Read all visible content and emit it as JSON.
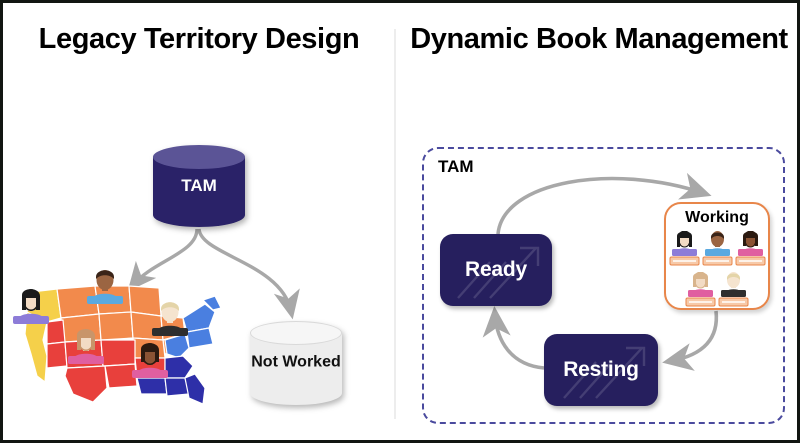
{
  "slide": {
    "border_color": "#111611",
    "background": "#ffffff",
    "divider_color": "#ededed"
  },
  "panels": {
    "left": {
      "title": "Legacy Territory Design",
      "source_node": {
        "label": "TAM",
        "shape": "cylinder",
        "fill": "#2a2268",
        "top_fill": "#5b5496",
        "text_color": "#ffffff"
      },
      "outputs": [
        {
          "name": "territory-map",
          "label": "",
          "type": "us-map",
          "region_colors": [
            "#f5d04a",
            "#f28a4c",
            "#e8403c",
            "#4a7fe0",
            "#2e2fa8"
          ],
          "rep_count": 5
        },
        {
          "name": "not-worked",
          "label": "Not Worked",
          "shape": "cylinder",
          "fill": "#ededed",
          "top_fill": "#f6f6f6",
          "text_color": "#111111"
        }
      ],
      "arrow_color": "#a8a8a8"
    },
    "right": {
      "title": "Dynamic Book Management",
      "container": {
        "label": "TAM",
        "border_color": "#4a4a9e",
        "border_style": "dashed"
      },
      "states": [
        {
          "name": "ready",
          "label": "Ready",
          "fill": "#261f5e",
          "text_color": "#ffffff"
        },
        {
          "name": "working",
          "label": "Working",
          "fill": "#ffffff",
          "border_color": "#e8864a",
          "text_color": "#000000"
        },
        {
          "name": "resting",
          "label": "Resting",
          "fill": "#261f5e",
          "text_color": "#ffffff"
        }
      ],
      "working_people": [
        {
          "hair": "#1a1a1a",
          "skin": "#f2dbc4",
          "shirt": "#8d7cd8",
          "book": "#f7c9a8",
          "style": "long"
        },
        {
          "hair": "#3a2418",
          "skin": "#9b6542",
          "shirt": "#5aa9e0",
          "book": "#f7c9a8",
          "style": "short"
        },
        {
          "hair": "#2b1a10",
          "skin": "#8a5334",
          "shirt": "#e05fa0",
          "book": "#f7c9a8",
          "style": "long"
        },
        {
          "hair": "#d8b48c",
          "skin": "#f2dbc4",
          "shirt": "#e05fa0",
          "book": "#f7c9a8",
          "style": "long"
        },
        {
          "hair": "#e4d4a8",
          "skin": "#f5e4cf",
          "shirt": "#2e2e2e",
          "book": "#f7c9a8",
          "style": "short"
        }
      ],
      "cycle_order": [
        "Ready",
        "Working",
        "Resting"
      ],
      "arrow_color": "#a8a8a8"
    }
  },
  "map_reps": [
    {
      "hair": "#1a1a1a",
      "skin": "#f2dbc4",
      "shirt": "#8d7cd8",
      "style": "long"
    },
    {
      "hair": "#3a2418",
      "skin": "#9b6542",
      "shirt": "#5aa9e0",
      "style": "short"
    },
    {
      "hair": "#c8956a",
      "skin": "#f2dbc4",
      "shirt": "#e05fa0",
      "style": "long"
    },
    {
      "hair": "#e4d4a8",
      "skin": "#f5e4cf",
      "shirt": "#2e2e2e",
      "style": "short"
    },
    {
      "hair": "#2b1a10",
      "skin": "#8a5334",
      "shirt": "#e05fa0",
      "style": "long"
    }
  ]
}
